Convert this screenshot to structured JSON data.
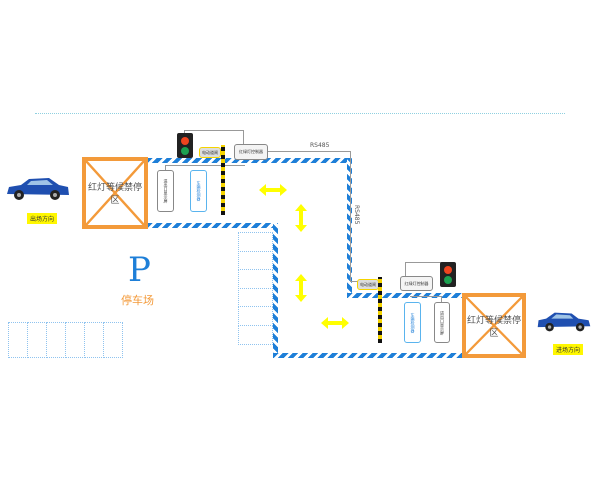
{
  "labels": {
    "wait_zone_left": "红灯等候禁停区",
    "wait_zone_right": "红灯等候禁停区",
    "exit_direction": "出场方向",
    "entry_direction": "进场方向",
    "parking_symbol": "P",
    "parking_lot": "停车场",
    "rs485_horizontal": "RS485",
    "rs485_vertical": "RS485",
    "barrier_upper": "电动道闸",
    "barrier_lower": "电动道闸",
    "controller_upper": "红绿灯控制器",
    "controller_lower": "红绿灯控制器",
    "display_upper": "进出口显示屏",
    "display_lower": "进出口显示屏",
    "detector_upper": "车辆检测器",
    "detector_lower": "车辆检测器"
  },
  "colors": {
    "lane": "#1e7fd8",
    "zone": "#f39a3a",
    "arrow": "#ffff00",
    "parking": "#1e7fd8"
  }
}
